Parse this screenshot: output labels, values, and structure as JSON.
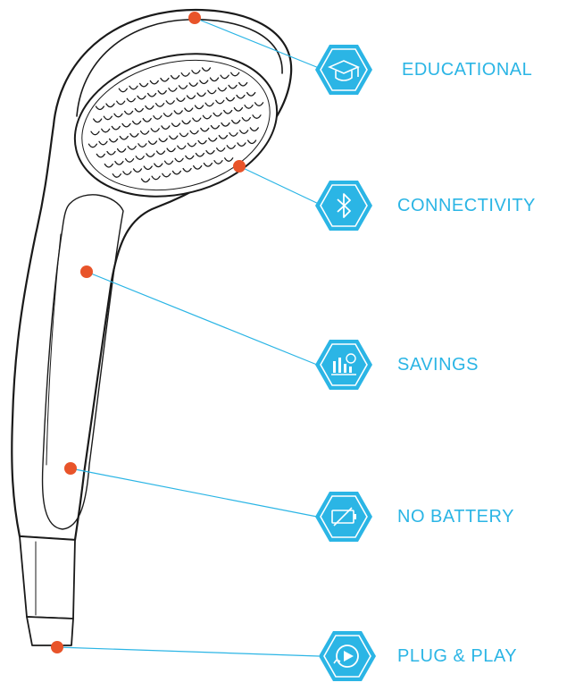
{
  "accent_color": "#2BB5E5",
  "marker_color": "#E8542A",
  "features": [
    {
      "id": "educational",
      "label": "EDUCATIONAL",
      "icon": "graduation-cap-icon"
    },
    {
      "id": "connectivity",
      "label": "CONNECTIVITY",
      "icon": "bluetooth-icon"
    },
    {
      "id": "savings",
      "label": "SAVINGS",
      "icon": "savings-chart-icon"
    },
    {
      "id": "no-battery",
      "label": "NO BATTERY",
      "icon": "no-battery-icon"
    },
    {
      "id": "plug-play",
      "label": "PLUG & PLAY",
      "icon": "plug-play-icon"
    }
  ]
}
